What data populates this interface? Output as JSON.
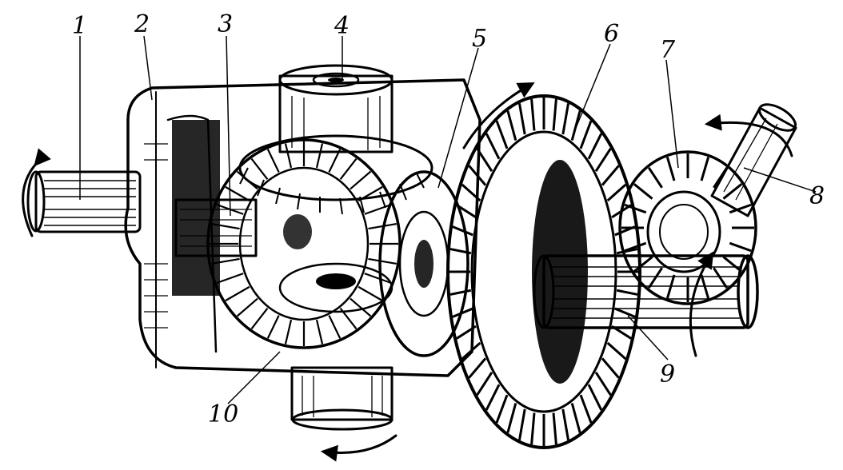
{
  "figure": {
    "callouts": [
      {
        "id": "1",
        "text": "1"
      },
      {
        "id": "2",
        "text": "2"
      },
      {
        "id": "3",
        "text": "3"
      },
      {
        "id": "4",
        "text": "4"
      },
      {
        "id": "5",
        "text": "5"
      },
      {
        "id": "6",
        "text": "6"
      },
      {
        "id": "7",
        "text": "7"
      },
      {
        "id": "8",
        "text": "8"
      },
      {
        "id": "9",
        "text": "9"
      },
      {
        "id": "10",
        "text": "10"
      }
    ],
    "colors": {
      "ink": "#000000",
      "paper": "#ffffff"
    },
    "arrows": [
      "rotation-arrow-left-shaft",
      "rotation-arrow-ring-gear",
      "rotation-arrow-input-shaft",
      "rotation-arrow-pinion",
      "rotation-arrow-bottom"
    ]
  }
}
